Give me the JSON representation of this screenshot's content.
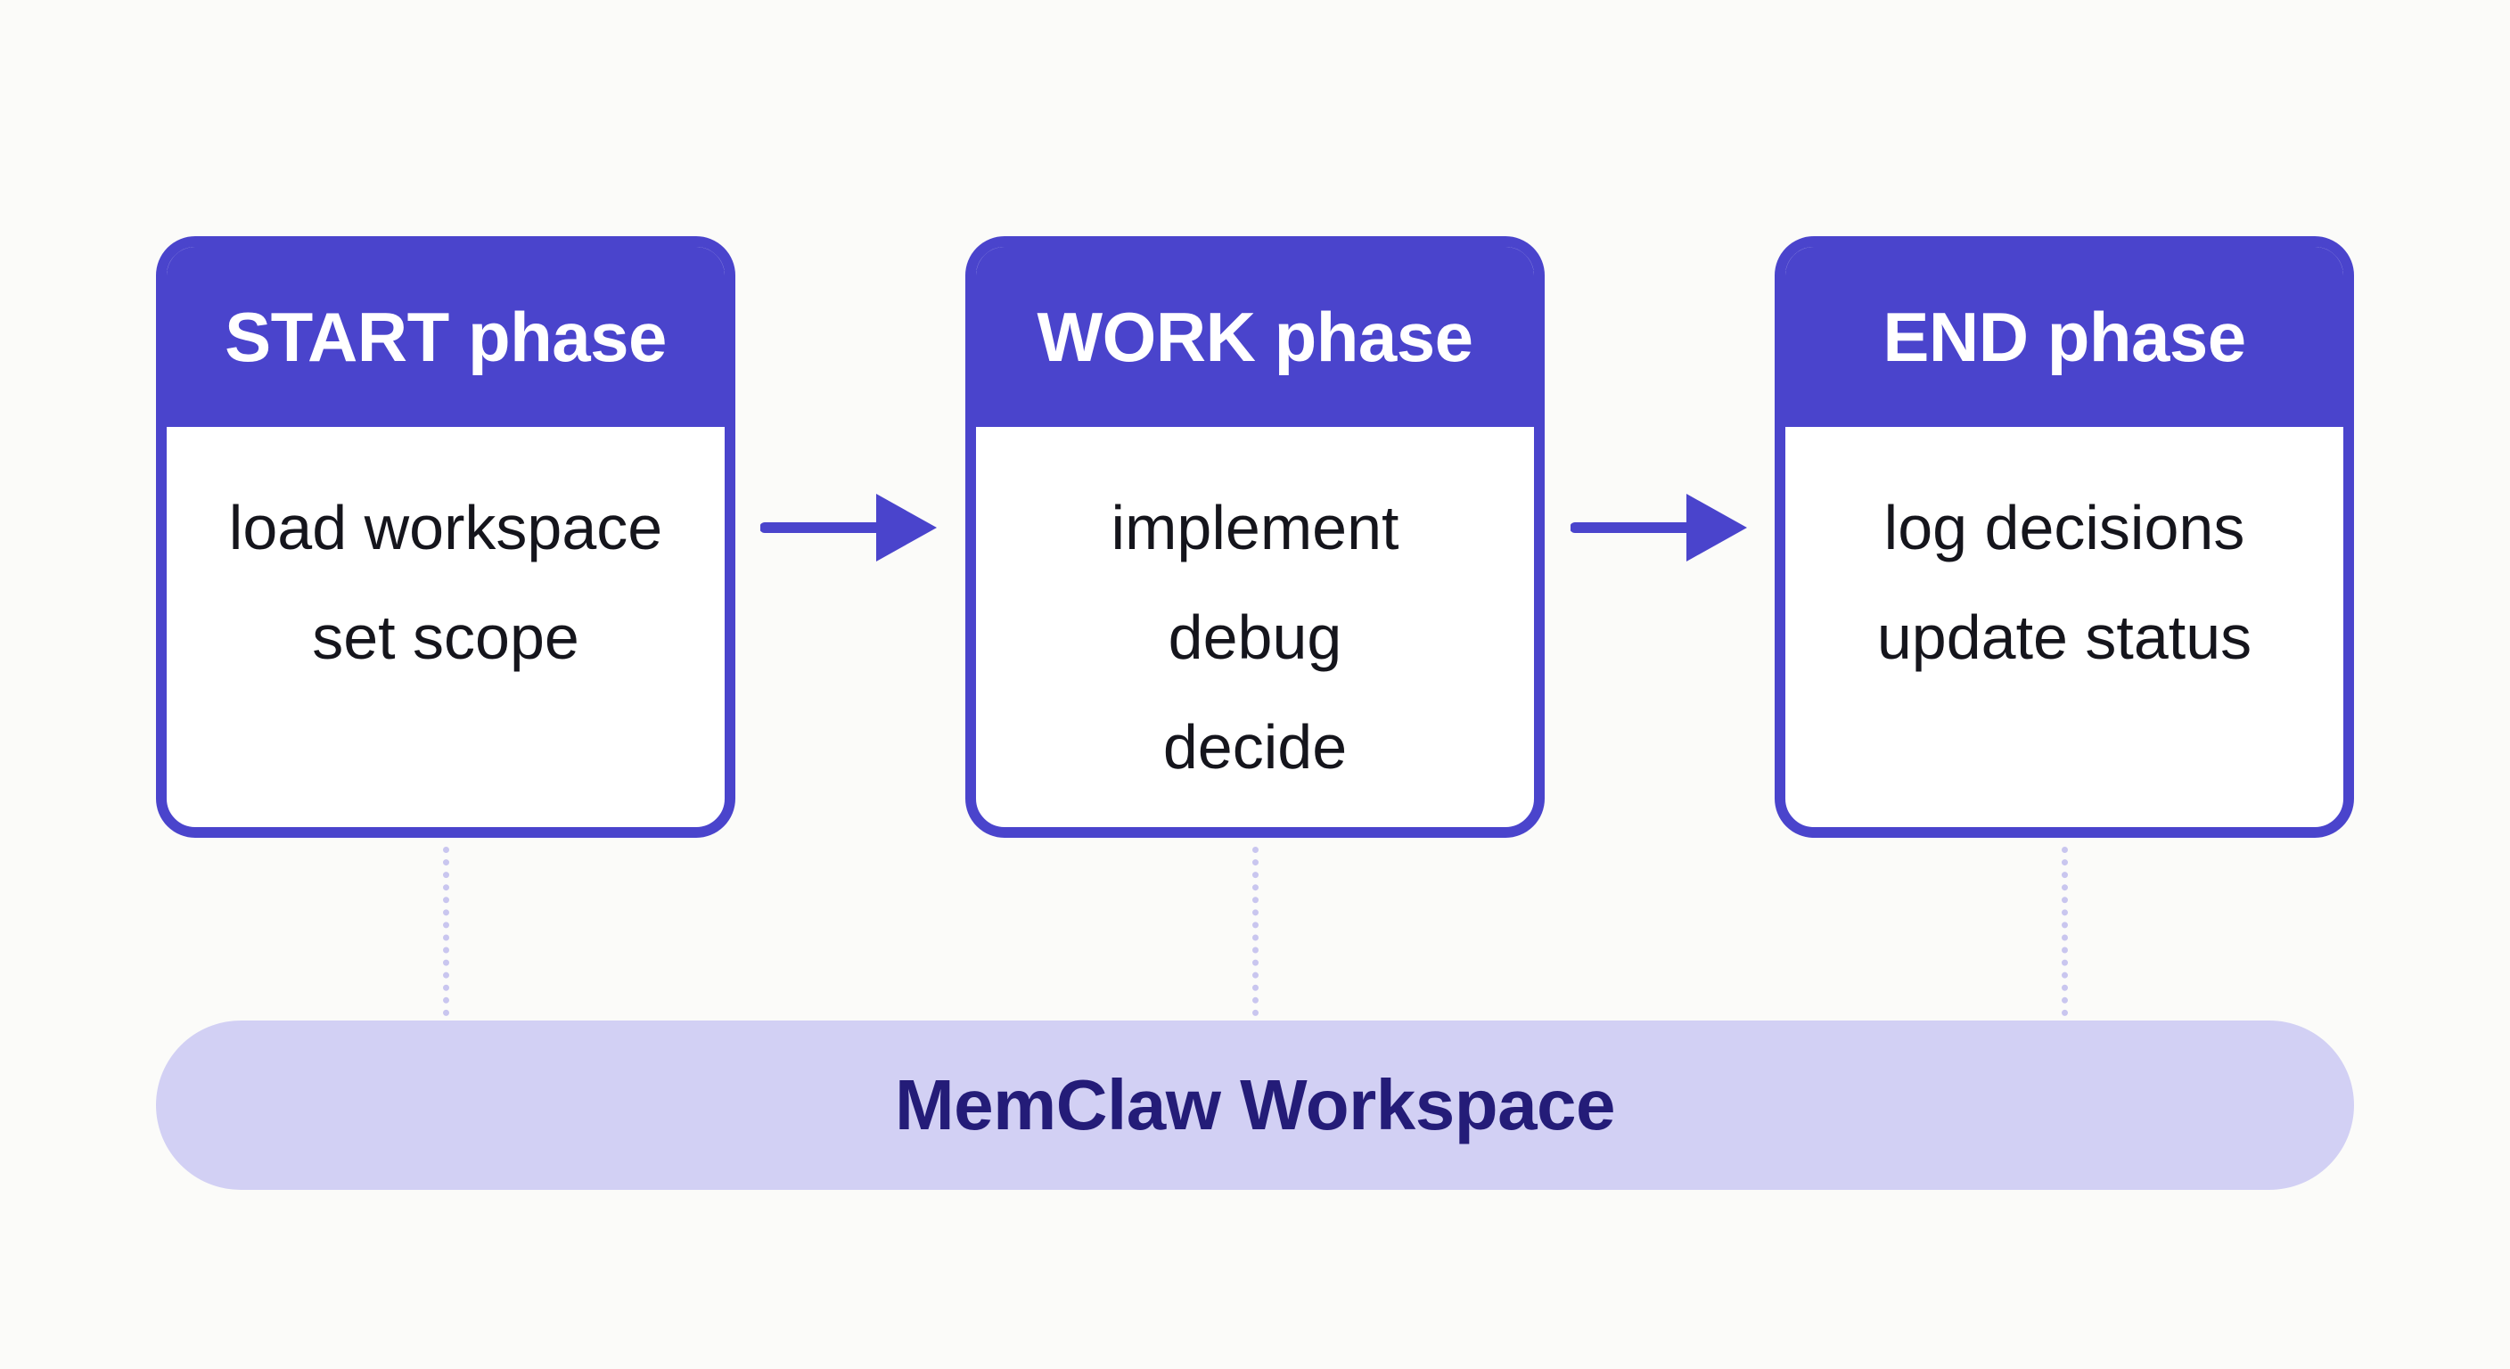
{
  "phases": [
    {
      "title": "START phase",
      "items": [
        "load workspace",
        "set scope"
      ]
    },
    {
      "title": "WORK phase",
      "items": [
        "implement",
        "debug",
        "decide"
      ]
    },
    {
      "title": "END phase",
      "items": [
        "log decisions",
        "update status"
      ]
    }
  ],
  "workspace": {
    "label": "MemClaw Workspace"
  },
  "colors": {
    "accent": "#4a44cc",
    "workspace_fill": "#d2d0f4",
    "workspace_text": "#241c78",
    "connector": "#c9c6ef",
    "background": "#fbfbf9"
  }
}
